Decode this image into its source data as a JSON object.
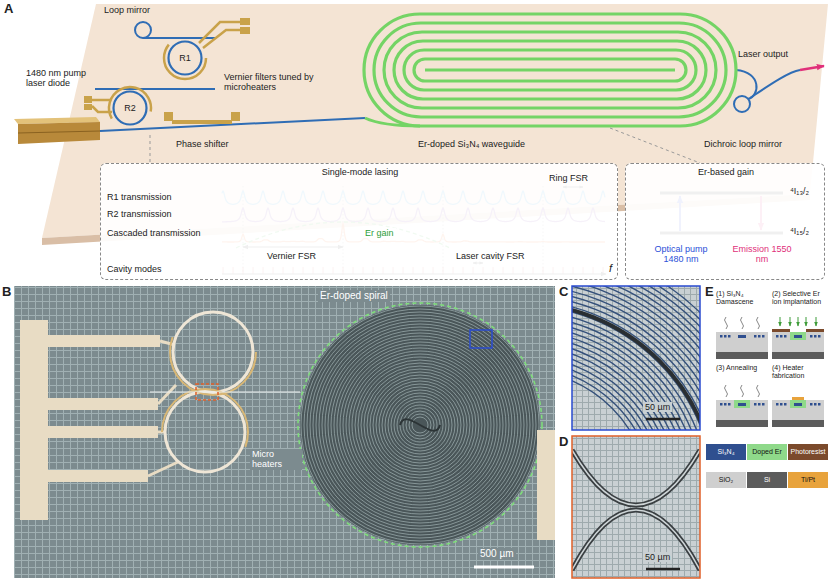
{
  "diagram": {
    "nodes": [
      {
        "text": [
          "R1"
        ]
      },
      {
        "text": [
          "R2"
        ]
      },
      {
        "text": [
          "Single-mode lasing",
          "R1 transmission",
          "R2 transmission",
          "Cascaded transmission",
          "Cavity modes",
          "Ring FSR",
          "Er gain",
          "Vernier FSR",
          "Laser cavity FSR",
          "f"
        ]
      },
      {
        "text": [
          "Er-based gain",
          "⁴I₁₃/₂",
          "⁴I₁₅/₂",
          "Optical pump 1480 nm",
          "Emission 1550 nm"
        ]
      }
    ],
    "labels": [
      "A",
      "1480 nm pump laser diode",
      "Loop mirror",
      "Vernier filters tuned by microheaters",
      "Phase shifter",
      "Er-doped Si₃N₄ waveguide",
      "Laser output",
      "Dichroic loop mirror",
      "B",
      "Er-doped spiral",
      "Micro heaters",
      "500 µm",
      "C",
      "50 µm",
      "D",
      "50 µm",
      "E",
      "(1) Si₃N₄ Damascene",
      "(2) Selective Er ion implantation",
      "(3) Annealing",
      "(4) Heater fabrication"
    ],
    "legend": [
      {
        "text": "Si₃N₄",
        "color": "#2f4f8f"
      },
      {
        "text": "Doped Er",
        "color": "#8fd98a"
      },
      {
        "text": "Photoresist",
        "color": "#7b4a2c"
      },
      {
        "text": "SiO₂",
        "color": "#cfcfcf"
      },
      {
        "text": "Si",
        "color": "#5c5c5c"
      },
      {
        "text": "Ti/Pt",
        "color": "#e8a33c"
      }
    ]
  }
}
